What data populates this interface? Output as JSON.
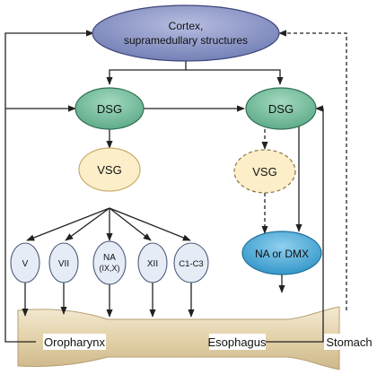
{
  "nodes": {
    "cortex": {
      "line1": "Cortex,",
      "line2": "supramedullary structures"
    },
    "dsg_left": {
      "label": "DSG"
    },
    "dsg_right": {
      "label": "DSG"
    },
    "vsg_left": {
      "label": "VSG"
    },
    "vsg_right": {
      "label": "VSG"
    },
    "nerves": [
      {
        "line1": "V",
        "line2": ""
      },
      {
        "line1": "VII",
        "line2": ""
      },
      {
        "line1": "NA",
        "line2": "(IX,X)"
      },
      {
        "line1": "XII",
        "line2": ""
      },
      {
        "line1": "C1-C3",
        "line2": ""
      }
    ],
    "na_dmx": {
      "label": "NA or DMX"
    }
  },
  "tract": {
    "oropharynx": "Oropharynx",
    "esophagus": "Esophagus",
    "stomach": "Stomach"
  },
  "colors": {
    "cortex_fill": "#8d97c4",
    "dsg_fill": "#7cc0a3",
    "vsg_fill": "#fbeec8",
    "nerve_fill": "#e6ecf5",
    "na_dmx_fill": "#54b0dd",
    "tract_fill": "#e8d9b6",
    "tract_edge": "#b79f73",
    "arrow": "#222222"
  }
}
